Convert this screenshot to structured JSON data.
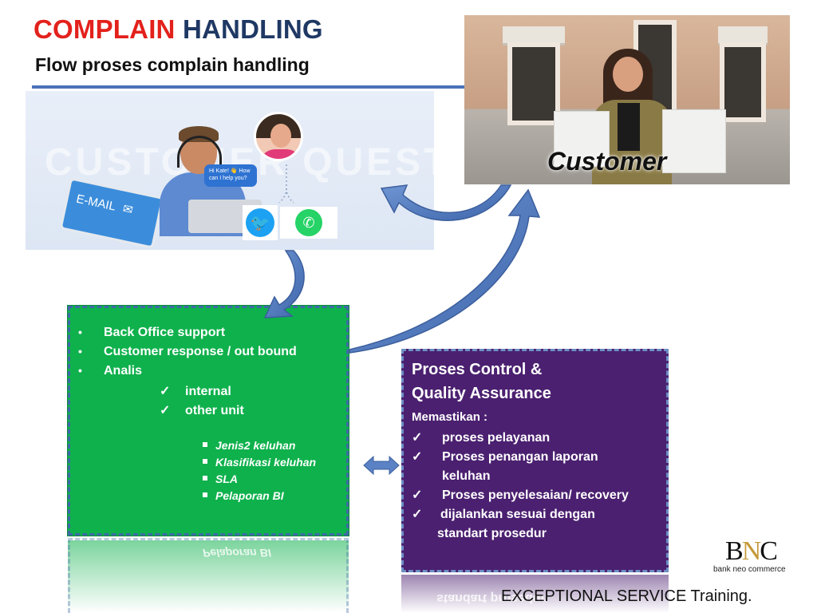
{
  "header": {
    "title_part1": "COMPLAIN",
    "title_part2": "HANDLING",
    "subtitle": "Flow proses complain handling"
  },
  "channels_photo": {
    "chat_bubble": "Hi Kate! 👋 How can I help you?",
    "email_key_label": "E-MAIL",
    "icons": [
      "email-icon",
      "twitter-icon",
      "whatsapp-icon"
    ]
  },
  "customer_photo": {
    "label": "Customer"
  },
  "back_office": {
    "bullets": [
      "Back Office support",
      "Customer response / out bound",
      "Analis"
    ],
    "checks": [
      "internal",
      "other unit"
    ],
    "sub_items": [
      "Jenis2 keluhan",
      "Klasifikasi keluhan",
      "SLA",
      "Pelaporan BI"
    ],
    "color": "#0fb14c"
  },
  "quality": {
    "title_line1": "Proses Control &",
    "title_line2": "Quality Assurance",
    "intro": "Memastikan :",
    "items": [
      "proses pelayanan",
      "Proses penangan laporan",
      "keluhan",
      "Proses penyelesaian/ recovery",
      "dijalankan sesuai dengan",
      "standart prosedur"
    ],
    "color": "#4b2070"
  },
  "logo": {
    "mark_b": "B",
    "mark_n": "N",
    "mark_c": "C",
    "tagline": "bank neo commerce"
  },
  "footer": {
    "text": "EXCEPTIONAL SERVICE Training."
  },
  "colors": {
    "title_red": "#e3211c",
    "title_navy": "#1f3864",
    "arrow_blue": "#4a72b8"
  }
}
